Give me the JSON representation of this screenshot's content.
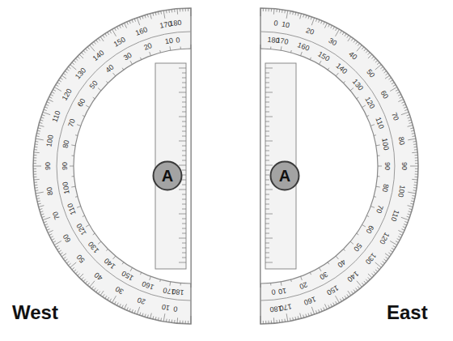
{
  "diagram": {
    "nodes": [
      {
        "text": [
          "A"
        ]
      },
      {
        "text": [
          "A"
        ]
      }
    ],
    "labels": [
      "180",
      "170",
      "160",
      "150",
      "140",
      "130",
      "120",
      "110",
      "100",
      "90",
      "80",
      "70",
      "60",
      "50",
      "40",
      "30",
      "20",
      "10",
      "0",
      "0",
      "10",
      "20",
      "30",
      "40",
      "50",
      "60",
      "70",
      "80",
      "90",
      "100",
      "110",
      "120",
      "130",
      "140",
      "150",
      "160",
      "170",
      "180",
      "0",
      "10",
      "20",
      "30",
      "40",
      "50",
      "60",
      "70",
      "80",
      "90",
      "100",
      "110",
      "120",
      "130",
      "140",
      "150",
      "160",
      "170",
      "180",
      "180",
      "170",
      "160",
      "150",
      "140",
      "130",
      "120",
      "110",
      "100",
      "90",
      "80",
      "70",
      "60",
      "50",
      "40",
      "30",
      "20",
      "10",
      "0",
      "West",
      "East"
    ]
  }
}
